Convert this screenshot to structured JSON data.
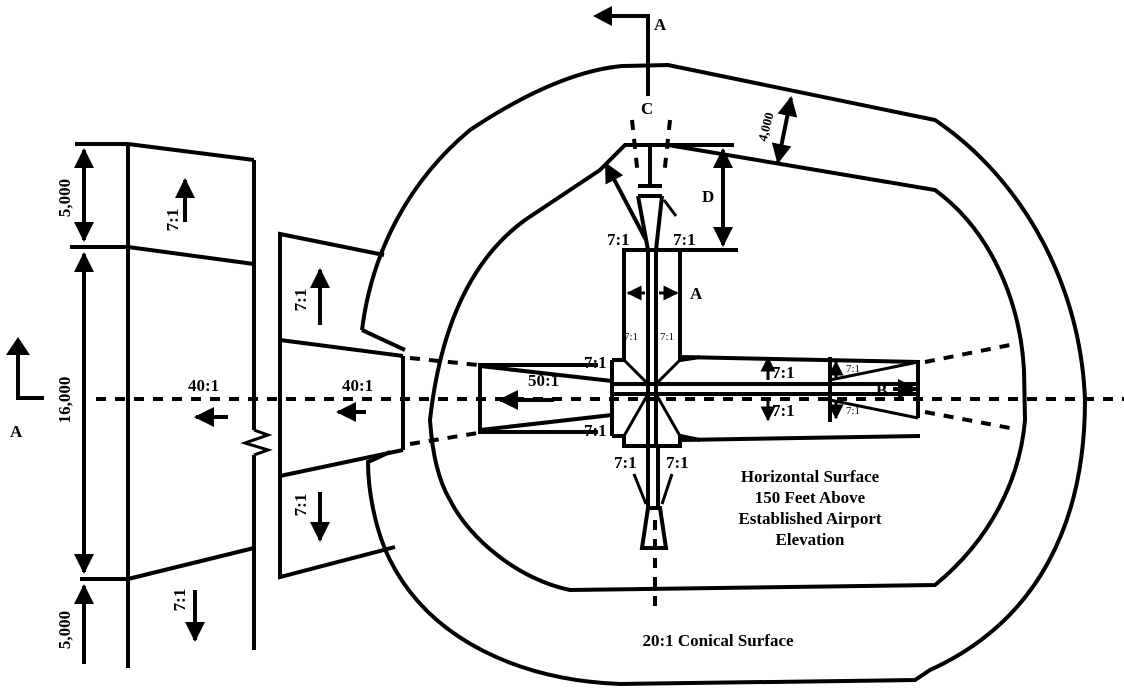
{
  "figure": {
    "title": "Airport Imaginary Surfaces (plan view)",
    "colors": {
      "ink": "#000000",
      "background": "#ffffff"
    }
  },
  "section_marker": {
    "letter_top": "A",
    "letter_left": "A",
    "point_c": "C"
  },
  "dimensions": {
    "top_width": "5,000",
    "middle_width": "16,000",
    "bottom_width": "5,000",
    "conical_width": "4,000",
    "distance_d": "D",
    "runway_width_a": "A",
    "extension_b": "B"
  },
  "slopes": {
    "approach_outer": "40:1",
    "approach_inner": "40:1",
    "precision_approach": "50:1",
    "transitional": "7:1",
    "conical": "20:1"
  },
  "labels": {
    "horizontal_surface": [
      "Horizontal Surface",
      "150 Feet Above",
      "Established Airport",
      "Elevation"
    ],
    "conical_surface": "20:1 Conical Surface"
  }
}
